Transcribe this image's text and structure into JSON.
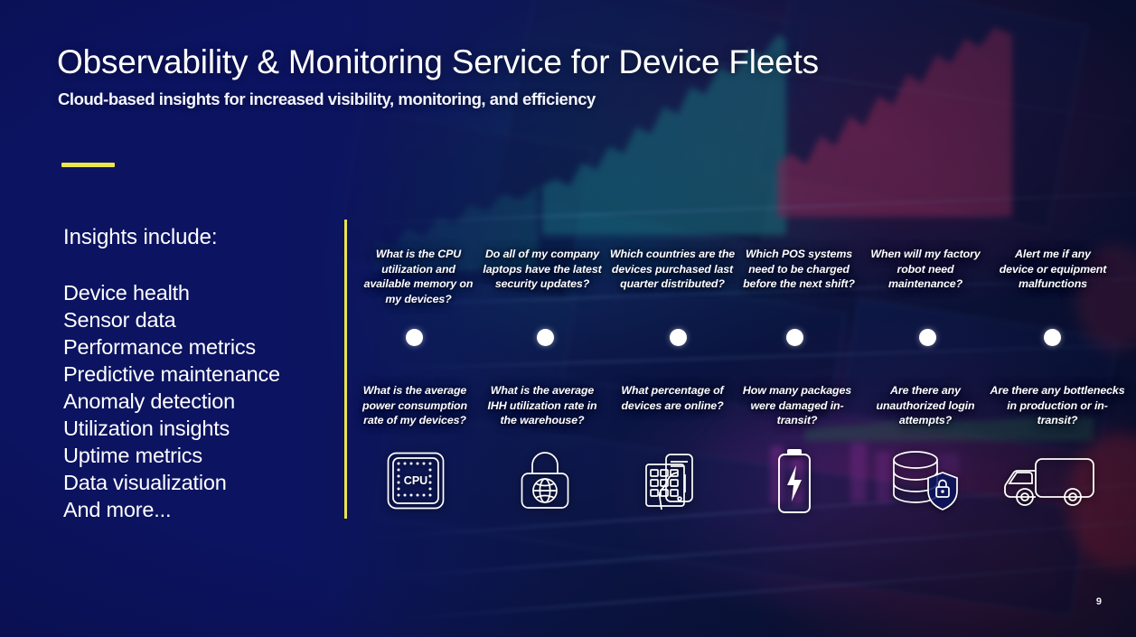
{
  "slide": {
    "title": "Observability & Monitoring Service for Device Fleets",
    "subtitle": "Cloud-based insights for increased visibility, monitoring, and efficiency",
    "page_number": "9",
    "accent_color": "#eae54a",
    "background_color": "#0b1159",
    "text_color": "#ffffff"
  },
  "insights_panel": {
    "heading": "Insights include:",
    "items": [
      {
        "label": "Device health"
      },
      {
        "label": "Sensor data"
      },
      {
        "label": "Performance metrics"
      },
      {
        "label": "Predictive maintenance"
      },
      {
        "label": "Anomaly detection"
      },
      {
        "label": "Utilization insights"
      },
      {
        "label": "Uptime metrics"
      },
      {
        "label": "Data visualization"
      },
      {
        "label": "And more..."
      }
    ]
  },
  "use_cases": [
    {
      "question_top": "What is the CPU utilization and available memory on my devices?",
      "question_bottom": "What is the average power consumption rate of my devices?",
      "icon": "cpu-chip-icon",
      "icon_label": "CPU"
    },
    {
      "question_top": "Do all of my company laptops have the latest security updates?",
      "question_bottom": "What is the average IHH utilization rate in the warehouse?",
      "icon": "padlock-globe-icon",
      "icon_label": ""
    },
    {
      "question_top": "Which countries are the devices purchased last quarter distributed?",
      "question_bottom": "What percentage of devices are online?",
      "icon": "pos-keypad-hand-icon",
      "icon_label": ""
    },
    {
      "question_top": "Which POS systems need to be charged before the next shift?",
      "question_bottom": "How many packages were damaged in-transit?",
      "icon": "battery-charging-icon",
      "icon_label": ""
    },
    {
      "question_top": "When will my factory robot need maintenance?",
      "question_bottom": "Are there any unauthorized login attempts?",
      "icon": "database-shield-lock-icon",
      "icon_label": ""
    },
    {
      "question_top": "Alert me if any device or equipment malfunctions",
      "question_bottom": "Are there any bottlenecks in production or in-transit?",
      "icon": "delivery-truck-icon",
      "icon_label": ""
    }
  ]
}
